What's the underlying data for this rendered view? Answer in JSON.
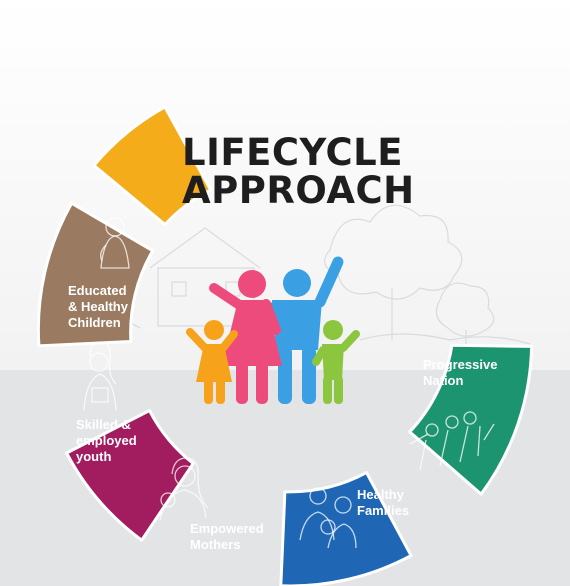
{
  "title": {
    "line1": "LIFECYCLE",
    "line2": "APPROACH"
  },
  "segments": [
    {
      "lines": [
        "Educated",
        "& Healthy",
        "Children"
      ],
      "color": "#f4ac1a",
      "icon": "child-icon"
    },
    {
      "lines": [
        "Skilled &",
        "employed",
        "youth"
      ],
      "color": "#9a7b61",
      "icon": "young-woman-icon"
    },
    {
      "lines": [
        "Empowered",
        "Mothers"
      ],
      "color": "#a21d5f",
      "icon": "mother-and-child-icon"
    },
    {
      "lines": [
        "Healthy",
        "Families"
      ],
      "color": "#1f67b5",
      "icon": "family-icon"
    },
    {
      "lines": [
        "Progressive",
        "Nation"
      ],
      "color": "#1d9470",
      "icon": "crowd-icon"
    }
  ],
  "center_icon": "family-figures-icon",
  "center_colors": {
    "left_child": "#f7a21b",
    "mother": "#ee4b7d",
    "father": "#3aa0e3",
    "right_child": "#8cc63f"
  }
}
